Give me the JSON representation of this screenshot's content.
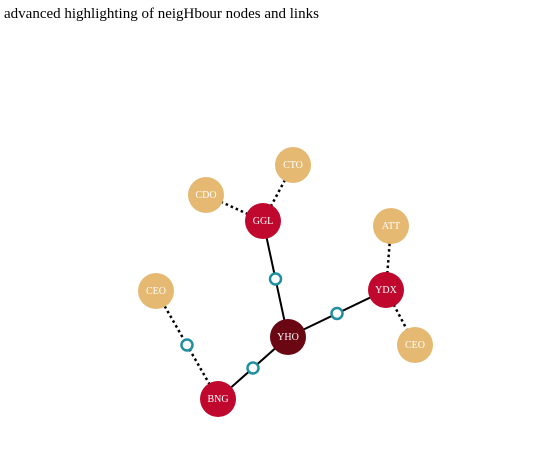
{
  "title": "advanced highlighting of neigHbour nodes and links",
  "colors": {
    "background": "#ffffff",
    "focus_node": "#6b0613",
    "neighbour_node": "#c0082f",
    "outer_node": "#e5b971",
    "link_point_stroke": "#1f8fa0",
    "link_solid": "#000000",
    "link_dotted": "#000000",
    "label_text": "#ffffff"
  },
  "nodes": [
    {
      "id": "yho",
      "label": "YHO",
      "role": "focus"
    },
    {
      "id": "ggl",
      "label": "GGL",
      "role": "neighbour"
    },
    {
      "id": "ydx",
      "label": "YDX",
      "role": "neighbour"
    },
    {
      "id": "bng",
      "label": "BNG",
      "role": "neighbour"
    },
    {
      "id": "cto",
      "label": "CTO",
      "role": "outer"
    },
    {
      "id": "cdo",
      "label": "CDO",
      "role": "outer"
    },
    {
      "id": "att",
      "label": "ATT",
      "role": "outer"
    },
    {
      "id": "ceo_ydx",
      "label": "CEO",
      "role": "outer"
    },
    {
      "id": "ceo_bng",
      "label": "CEO",
      "role": "outer"
    }
  ],
  "links": [
    {
      "source": "yho",
      "target": "ggl",
      "style": "solid",
      "midpoint": true
    },
    {
      "source": "yho",
      "target": "ydx",
      "style": "solid",
      "midpoint": true
    },
    {
      "source": "yho",
      "target": "bng",
      "style": "solid",
      "midpoint": true
    },
    {
      "source": "ggl",
      "target": "cto",
      "style": "dotted",
      "midpoint": false
    },
    {
      "source": "ggl",
      "target": "cdo",
      "style": "dotted",
      "midpoint": false
    },
    {
      "source": "ydx",
      "target": "att",
      "style": "dotted",
      "midpoint": false
    },
    {
      "source": "ydx",
      "target": "ceo_ydx",
      "style": "dotted",
      "midpoint": false
    },
    {
      "source": "bng",
      "target": "ceo_bng",
      "style": "dotted",
      "midpoint": true
    }
  ]
}
